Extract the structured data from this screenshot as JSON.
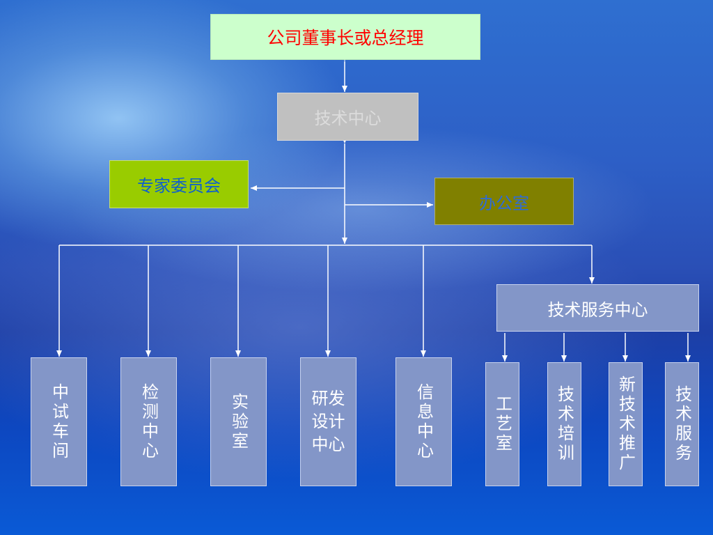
{
  "nodes": {
    "top": "公司董事长或总经理",
    "center": "技术中心",
    "expert": "专家委员会",
    "office": "办公室",
    "service_center": "技术服务中心",
    "pilot": "中试车间",
    "testing": "检测中心",
    "lab": "实验室",
    "rnd": "研发设计中心",
    "info": "信息中心",
    "process": "工艺室",
    "training": "技术培训",
    "promotion": "新技术推广",
    "service": "技术服务"
  },
  "colors": {
    "top_fill": "#ccffcc",
    "top_text": "#ff0000",
    "center_fill": "#c0c0c0",
    "expert_fill": "#99cc00",
    "office_fill": "#808000",
    "sub_fill": "#8396c8",
    "line": "#ffffff"
  }
}
